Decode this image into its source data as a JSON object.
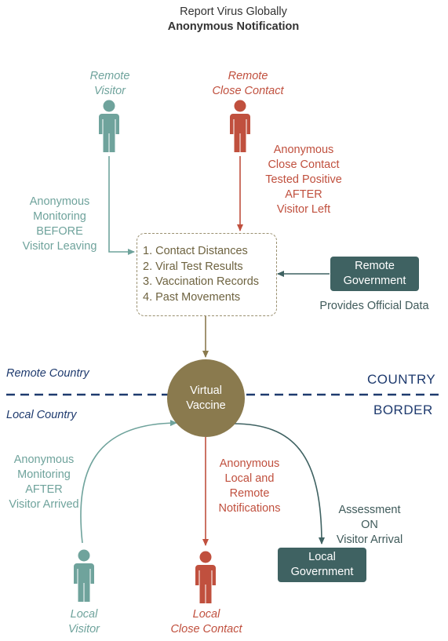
{
  "title": {
    "line1": "Report Virus Globally",
    "line2": "Anonymous Notification"
  },
  "remote_visitor": {
    "line1": "Remote",
    "line2": "Visitor"
  },
  "remote_close_contact": {
    "line1": "Remote",
    "line2": "Close Contact"
  },
  "anon_close_contact": [
    "Anonymous",
    "Close Contact",
    "Tested Positive",
    "AFTER",
    "Visitor Left"
  ],
  "anon_monitoring_before": [
    "Anonymous",
    "Monitoring",
    "BEFORE",
    "Visitor Leaving"
  ],
  "data_list": [
    "1. Contact Distances",
    "2. Viral Test Results",
    "3. Vaccination Records",
    "4. Past Movements"
  ],
  "remote_government": {
    "line1": "Remote",
    "line2": "Government"
  },
  "provides_official_data": "Provides Official Data",
  "virtual_vaccine": {
    "line1": "Virtual",
    "line2": "Vaccine"
  },
  "remote_country": "Remote Country",
  "local_country": "Local Country",
  "country_label": "COUNTRY",
  "border_label": "BORDER",
  "anon_monitoring_after": [
    "Anonymous",
    "Monitoring",
    "AFTER",
    "Visitor Arrived"
  ],
  "anon_notifications": [
    "Anonymous",
    "Local and",
    "Remote",
    "Notifications"
  ],
  "assessment": [
    "Assessment",
    "ON",
    "Visitor Arrival"
  ],
  "local_government": {
    "line1": "Local",
    "line2": "Government"
  },
  "local_visitor": {
    "line1": "Local",
    "line2": "Visitor"
  },
  "local_close_contact": {
    "line1": "Local",
    "line2": "Close Contact"
  },
  "colors": {
    "teal": "#6fa39c",
    "red": "#c0503e",
    "olive": "#8a7a4e",
    "slate": "#3f6262",
    "navy": "#1e3a6e"
  },
  "icons": [
    "person-icon"
  ]
}
